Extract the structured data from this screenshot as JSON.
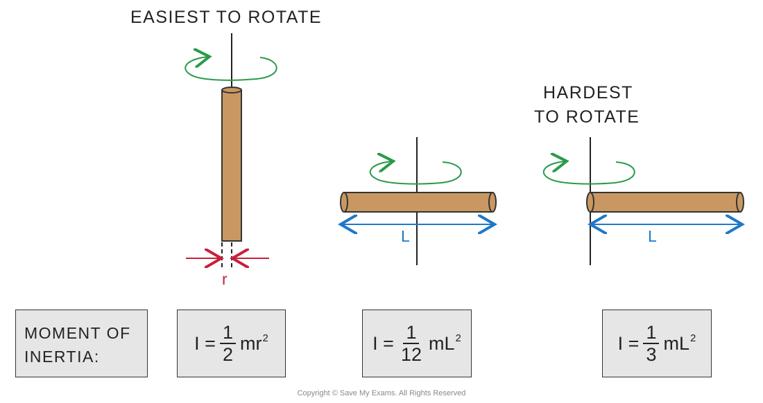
{
  "labels": {
    "easiest": "EASIEST TO ROTATE",
    "hardest_line1": "HARDEST",
    "hardest_line2": "TO ROTATE",
    "radius": "r",
    "length_center": "L",
    "length_end": "L"
  },
  "moment_box": {
    "line1": "MOMENT OF",
    "line2": "INERTIA:"
  },
  "formulas": [
    {
      "lhs": "I =",
      "num": "1",
      "den": "2",
      "rhs": "mr",
      "power": "2"
    },
    {
      "lhs": "I =",
      "num": "1",
      "den": "12",
      "rhs": "mL",
      "power": "2"
    },
    {
      "lhs": "I =",
      "num": "1",
      "den": "3",
      "rhs": "mL",
      "power": "2"
    }
  ],
  "colors": {
    "rod": "#c99862",
    "rotation_arrow": "#2a9a4a",
    "radius_arrow": "#c8203a",
    "length_arrow": "#1f78c8",
    "axis": "#222222"
  },
  "copyright": "Copyright © Save My Exams. All Rights Reserved"
}
